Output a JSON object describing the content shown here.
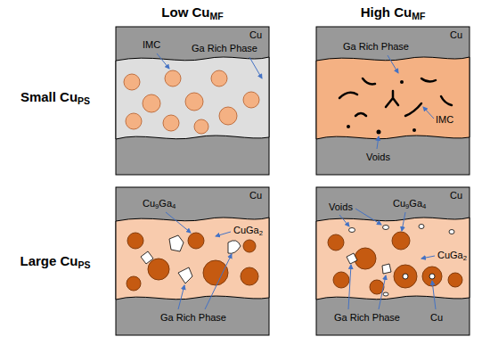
{
  "diagram": {
    "nodes": [
      {
        "text": [
          "Cu",
          "IMC",
          "Ga Rich Phase"
        ]
      },
      {
        "text": [
          "Cu",
          "Ga Rich Phase",
          "IMC",
          "Voids"
        ]
      },
      {
        "text": [
          "Cu",
          "Cu9Ga4",
          "CuGa2",
          "Ga Rich Phase"
        ]
      },
      {
        "text": [
          "Cu",
          "Voids",
          "Cu9Ga4",
          "CuGa2",
          "Ga Rich Phase",
          "Cu"
        ]
      }
    ],
    "labels": [
      "Low CuMF",
      "High CuMF",
      "Small CuPS",
      "Large CuPS"
    ]
  }
}
